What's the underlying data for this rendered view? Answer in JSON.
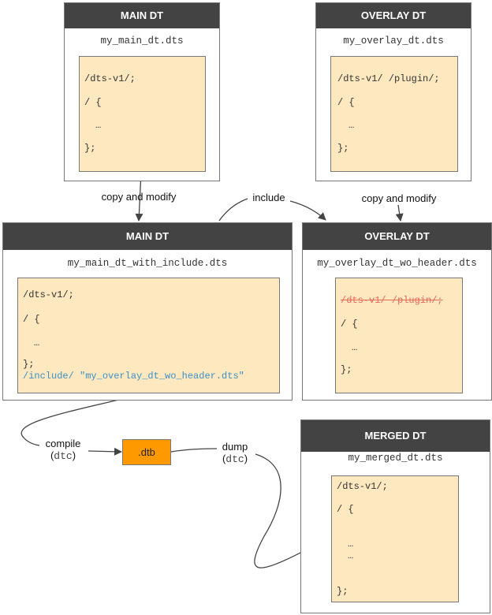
{
  "main_dt": {
    "title": "MAIN DT",
    "filename": "my_main_dt.dts",
    "lines": [
      "/dts-v1/;",
      "/ {",
      "…",
      "};"
    ]
  },
  "overlay_dt": {
    "title": "OVERLAY DT",
    "filename": "my_overlay_dt.dts",
    "lines": [
      "/dts-v1/ /plugin/;",
      "/ {",
      "…",
      "};"
    ]
  },
  "main_dt_include": {
    "title": "MAIN DT",
    "filename": "my_main_dt_with_include.dts",
    "lines": [
      "/dts-v1/;",
      "/ {",
      "…",
      "};",
      "/include/ \"my_overlay_dt_wo_header.dts\""
    ]
  },
  "overlay_dt_wo_header": {
    "title": "OVERLAY DT",
    "filename": "my_overlay_dt_wo_header.dts",
    "lines": [
      "/dts-v1/ /plugin/;",
      "/ {",
      "…",
      "};"
    ]
  },
  "merged_dt": {
    "title": "MERGED DT",
    "filename": "my_merged_dt.dts",
    "lines": [
      "/dts-v1/;",
      "/ {",
      "…",
      "…",
      "};"
    ]
  },
  "dtb": {
    "label": ".dtb"
  },
  "edges": {
    "copy_modify_left": "copy and modify",
    "include": "include",
    "copy_modify_right": "copy and modify",
    "compile": "compile",
    "compile_tool": "dtc",
    "dump": "dump",
    "dump_tool": "dtc"
  },
  "colors": {
    "header": "#434343",
    "code_bg": "#fde8c0",
    "dtb": "#ff9900",
    "include_text": "#3d8fc4",
    "struck": "#e8685a"
  }
}
